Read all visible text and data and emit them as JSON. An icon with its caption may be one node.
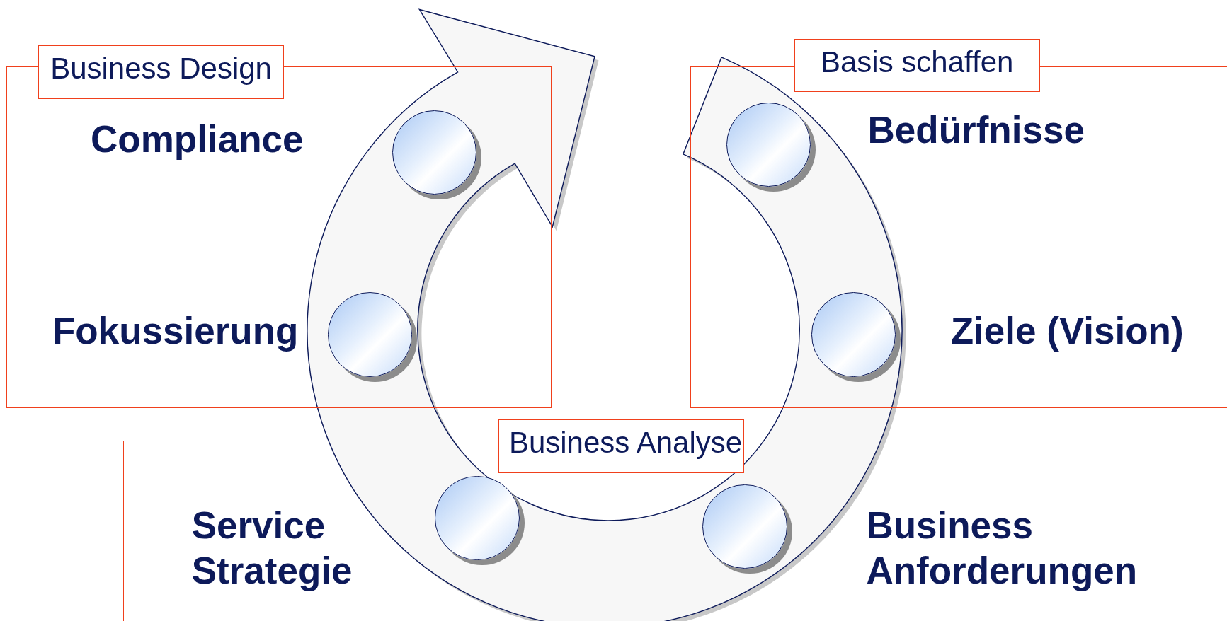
{
  "diagram": {
    "nodes": [
      {
        "text": [
          "Business Design",
          "Compliance",
          "Fokussierung"
        ]
      },
      {
        "text": [
          "Basis schaffen",
          "Bedürfnisse",
          "Ziele (Vision)"
        ]
      },
      {
        "text": [
          "Business Analyse",
          "Service Strategie",
          "Business Anforderungen"
        ]
      },
      {
        "text": [],
        "shape": "circle",
        "in": 0
      },
      {
        "text": [],
        "shape": "circle",
        "in": 0
      },
      {
        "text": [],
        "shape": "circle",
        "in": 2
      },
      {
        "text": [],
        "shape": "circle",
        "in": 1
      },
      {
        "text": [],
        "shape": "circle",
        "in": 1
      },
      {
        "text": [],
        "shape": "circle",
        "in": 2
      }
    ],
    "edges": []
  }
}
